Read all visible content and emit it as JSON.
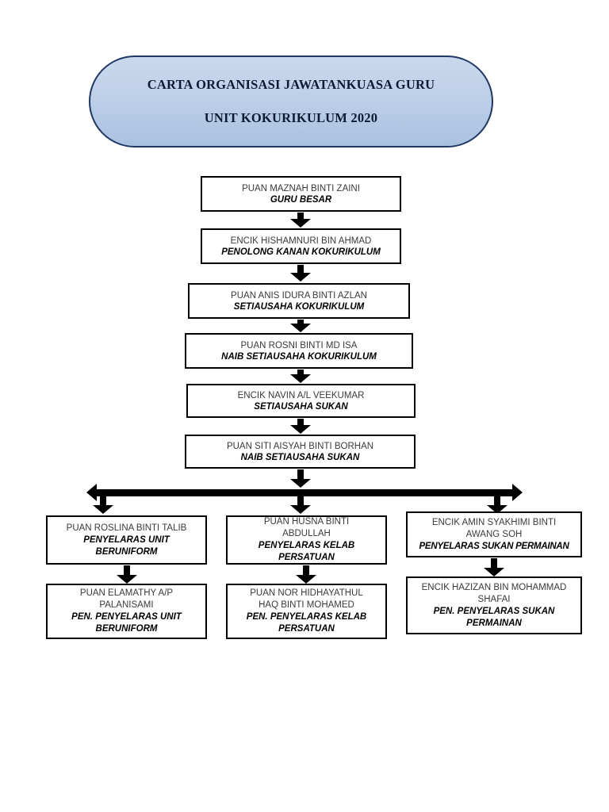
{
  "title": {
    "line1": "CARTA ORGANISASI JAWATANKUASA GURU",
    "line2": "UNIT KOKURIKULUM 2020"
  },
  "colors": {
    "banner_fill_top": "#c9d8ed",
    "banner_fill_bottom": "#a9c1e0",
    "banner_border": "#1f3864",
    "box_border": "#000000",
    "box_fill": "#ffffff",
    "name_text": "#3a3a3a",
    "role_text": "#000000"
  },
  "chain": [
    {
      "name": "PUAN MAZNAH BINTI ZAINI",
      "role": "GURU BESAR"
    },
    {
      "name": "ENCIK HISHAMNURI BIN AHMAD",
      "role": "PENOLONG KANAN KOKURIKULUM"
    },
    {
      "name": "PUAN ANIS IDURA BINTI AZLAN",
      "role": "SETIAUSAHA KOKURIKULUM"
    },
    {
      "name": "PUAN ROSNI BINTI MD ISA",
      "role": "NAIB SETIAUSAHA KOKURIKULUM"
    },
    {
      "name": "ENCIK NAVIN A/L VEEKUMAR",
      "role": "SETIAUSAHA SUKAN"
    },
    {
      "name": "PUAN SITI AISYAH BINTI BORHAN",
      "role": "NAIB SETIAUSAHA SUKAN"
    }
  ],
  "branches": [
    {
      "coordinator": {
        "name_line1": "PUAN ROSLINA BINTI TALIB",
        "name_line2": "",
        "role_line1": "PENYELARAS UNIT",
        "role_line2": "BERUNIFORM"
      },
      "assistant": {
        "name_line1": "PUAN ELAMATHY A/P",
        "name_line2": "PALANISAMI",
        "role_line1": "PEN. PENYELARAS UNIT",
        "role_line2": "BERUNIFORM"
      }
    },
    {
      "coordinator": {
        "name_line1": "PUAN HUSNA BINTI",
        "name_line2": "ABDULLAH",
        "role_line1": "PENYELARAS KELAB",
        "role_line2": "PERSATUAN"
      },
      "assistant": {
        "name_line1": "PUAN NOR HIDHAYATHUL",
        "name_line2": "HAQ BINTI MOHAMED",
        "role_line1": "PEN. PENYELARAS KELAB",
        "role_line2": "PERSATUAN"
      }
    },
    {
      "coordinator": {
        "name_line1": "ENCIK AMIN SYAKHIMI BINTI",
        "name_line2": "AWANG SOH",
        "role_line1": "PENYELARAS SUKAN PERMAINAN",
        "role_line2": ""
      },
      "assistant": {
        "name_line1": "ENCIK HAZIZAN BIN MOHAMMAD",
        "name_line2": "SHAFAI",
        "role_line1": "PEN. PENYELARAS SUKAN",
        "role_line2": "PERMAINAN"
      }
    }
  ]
}
